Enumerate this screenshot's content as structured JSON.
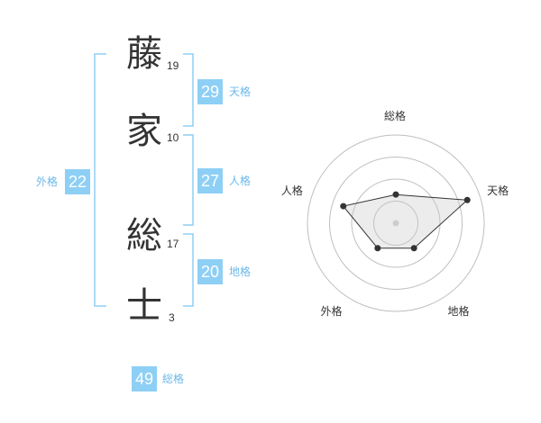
{
  "name": {
    "characters": [
      {
        "char": "藤",
        "strokes": "19"
      },
      {
        "char": "家",
        "strokes": "10"
      },
      {
        "char": "総",
        "strokes": "17"
      },
      {
        "char": "士",
        "strokes": "3"
      }
    ]
  },
  "fortunes": {
    "tenkaku": {
      "value": "29",
      "label": "天格"
    },
    "jinkaku": {
      "value": "27",
      "label": "人格"
    },
    "chikaku": {
      "value": "20",
      "label": "地格"
    },
    "gaikaku": {
      "value": "22",
      "label": "外格"
    },
    "soukaku": {
      "value": "49",
      "label": "総格"
    }
  },
  "colors": {
    "accent": "#8ecff5",
    "accent_text": "#6cb8e8",
    "bracket": "#8ecff5",
    "text": "#333333"
  },
  "chart_data": {
    "type": "radar",
    "axes": [
      "総格",
      "天格",
      "地格",
      "外格",
      "人格"
    ],
    "rings": 4,
    "range": [
      0,
      4
    ],
    "values": [
      1.3,
      3.4,
      1.4,
      1.4,
      2.5
    ]
  }
}
